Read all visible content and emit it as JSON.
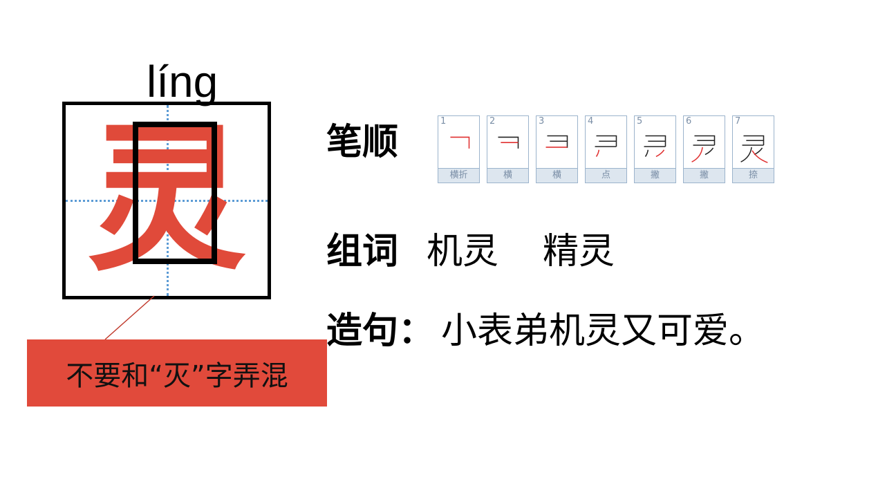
{
  "character": {
    "pinyin": "líng",
    "hanzi": "灵",
    "char_color": "#e04a3a",
    "guide_color": "#5b9bd5"
  },
  "callout": {
    "text": "不要和“灭”字弄混",
    "background": "#e14a3b"
  },
  "stroke_order": {
    "label": "笔顺",
    "strokes": [
      {
        "num": "1",
        "name": "横折"
      },
      {
        "num": "2",
        "name": "横"
      },
      {
        "num": "3",
        "name": "横"
      },
      {
        "num": "4",
        "name": "点"
      },
      {
        "num": "5",
        "name": "撇"
      },
      {
        "num": "6",
        "name": "撇"
      },
      {
        "num": "7",
        "name": "捺"
      }
    ]
  },
  "words": {
    "label": "组词",
    "items": [
      "机灵",
      "精灵"
    ]
  },
  "sentence": {
    "label": "造句：",
    "text": "小表弟机灵又可爱。"
  }
}
